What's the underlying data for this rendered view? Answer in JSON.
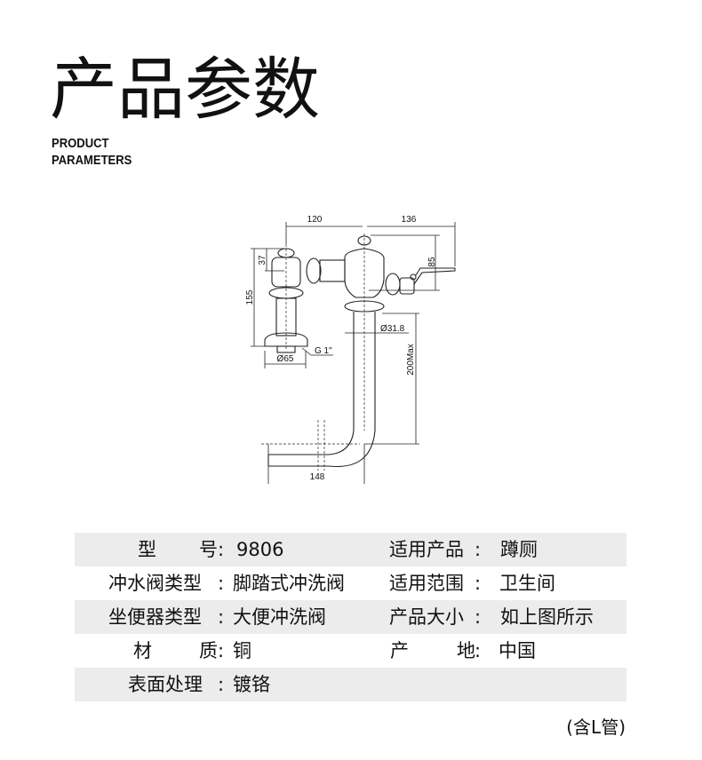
{
  "header": {
    "title": "产品参数",
    "subtitle_line1": "PRODUCT",
    "subtitle_line2": "PARAMETERS"
  },
  "diagram": {
    "dims": {
      "top_left": "120",
      "top_right": "136",
      "height_85": "85",
      "height_37": "37",
      "height_155": "155",
      "pipe_dia": "Ø31.8",
      "base_dia": "Ø65",
      "thread": "G 1\"",
      "pipe_len": "200Max",
      "bottom": "148"
    }
  },
  "specs": {
    "rows": [
      {
        "l1": "型号",
        "v1": "9806",
        "l2": "适用产品",
        "v2": "蹲厕"
      },
      {
        "l1": "冲水阀类型",
        "v1": "脚踏式冲洗阀",
        "l2": "适用范围",
        "v2": "卫生间"
      },
      {
        "l1": "坐便器类型",
        "v1": "大便冲洗阀",
        "l2": "产品大小",
        "v2": "如上图所示"
      },
      {
        "l1": "材质",
        "v1": "铜",
        "l2": "产地",
        "v2": "中国"
      },
      {
        "l1": "表面处理",
        "v1": "镀铬"
      }
    ],
    "colon": ":",
    "note": "(含L管)"
  }
}
